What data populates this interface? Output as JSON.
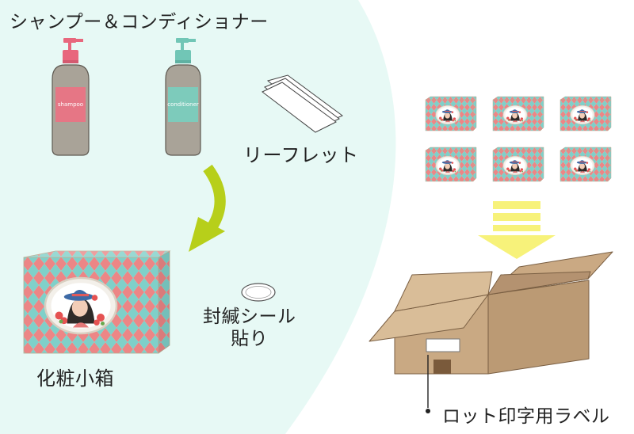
{
  "labels": {
    "title": "シャンプー＆コンディショナー",
    "leaflet": "リーフレット",
    "seal_line1": "封緘シール",
    "seal_line2": "貼り",
    "gift_box": "化粧小箱",
    "lot_label": "ロット印字用ラベル"
  },
  "bottles": {
    "shampoo_text": "shampoo",
    "conditioner_text": "conditioner"
  },
  "colors": {
    "background_blob": "#e7f9f5",
    "shampoo_pump": "#e8677d",
    "shampoo_label": "#e67685",
    "conditioner_pump": "#71c6b6",
    "conditioner_label": "#7dcbbb",
    "bottle_body": "#a9a398",
    "arrow_green": "#b7cf1a",
    "arrow_yellow": "#f7f27a",
    "cardboard": "#c9a983",
    "pattern_pink": "#ec8686",
    "pattern_teal": "#7fd0c9",
    "pattern_cream": "#fdf3da"
  }
}
